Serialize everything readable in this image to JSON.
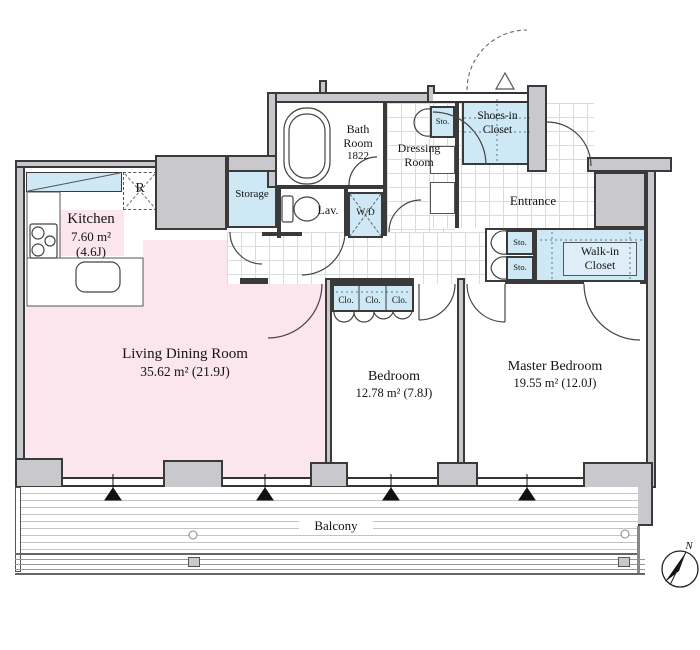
{
  "plan": {
    "rooms": {
      "kitchen": {
        "name": "Kitchen",
        "area": "7.60 m²",
        "tatami": "(4.6J)"
      },
      "living_dining": {
        "name": "Living Dining Room",
        "area": "35.62 m²  (21.9J)"
      },
      "bedroom": {
        "name": "Bedroom",
        "area": "12.78 m²  (7.8J)"
      },
      "master_bedroom": {
        "name": "Master Bedroom",
        "area": "19.55 m²  (12.0J)"
      },
      "bath": {
        "line1": "Bath",
        "line2": "Room",
        "size": "1822"
      },
      "dressing": {
        "line1": "Dressing",
        "line2": "Room"
      },
      "entrance": {
        "name": "Entrance"
      },
      "balcony": {
        "name": "Balcony"
      },
      "storage": {
        "name": "Storage"
      },
      "lavatory": {
        "name": "Lav."
      },
      "washer_dryer": {
        "name": "W/D"
      },
      "refrigerator": {
        "name": "R"
      },
      "shoes_closet": {
        "line1": "Shoes-in",
        "line2": "Closet"
      },
      "walkin_closet": {
        "line1": "Walk-in",
        "line2": "Closet"
      },
      "storage_small": {
        "name": "Sto."
      },
      "closet_small": {
        "name": "Clo."
      }
    },
    "compass": {
      "north_label": "N"
    },
    "icons": {
      "compass": "compass-north-icon",
      "bathtub": "bathtub-icon",
      "toilet": "toilet-icon",
      "sink": "sink-icon",
      "stove": "stove-icon",
      "window_marker": "window-triangle-marker",
      "entrance_marker": "entrance-triangle-marker"
    },
    "colors": {
      "closet_blue": "#cfe8f5",
      "room_pink": "#fbe6ee",
      "wall_gray": "#c9c9cd",
      "line_dark": "#3a3a3a"
    }
  }
}
